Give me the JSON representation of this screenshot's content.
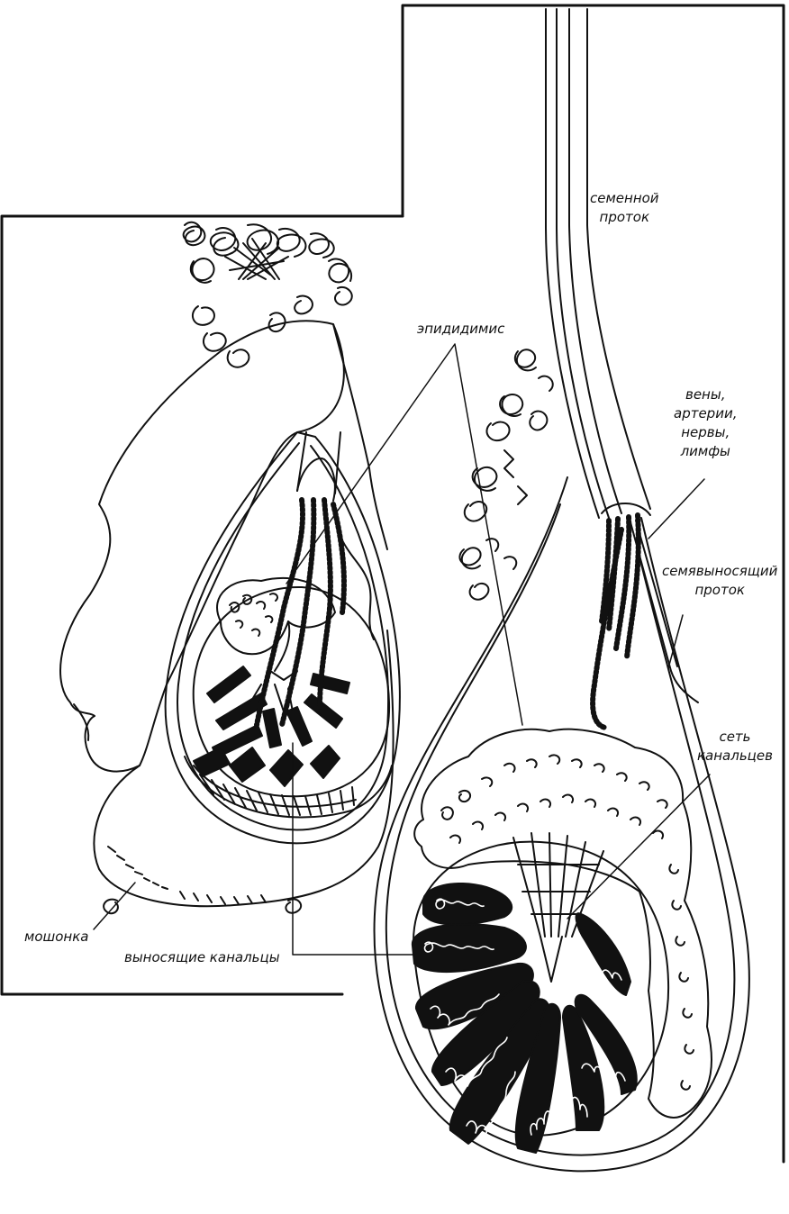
{
  "labels": {
    "seminal_duct_1": "семенной",
    "seminal_duct_2": "проток",
    "epididymis": "эпидидимис",
    "vessels_1": "вены,",
    "vessels_2": "артерии,",
    "vessels_3": "нервы,",
    "vessels_4": "лимфы",
    "vas_deferens_1": "семявыносящий",
    "vas_deferens_2": "проток",
    "rete_1": "сеть",
    "rete_2": "канальцев",
    "scrotum": "мошонка",
    "efferent_ducts": "выносящие канальцы"
  },
  "colors": {
    "ink": "#111111",
    "paper": "#ffffff"
  }
}
